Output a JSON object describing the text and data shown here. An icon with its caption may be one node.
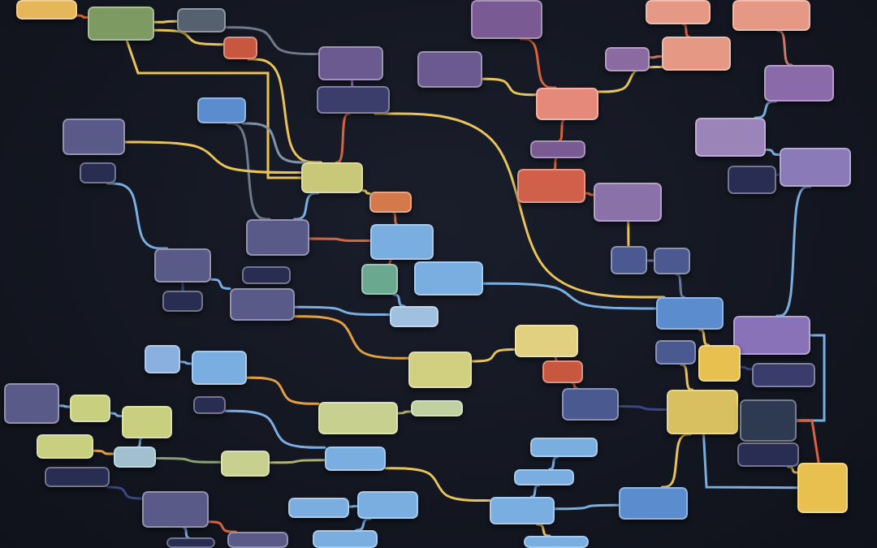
{
  "diagram": {
    "nodes": [
      {
        "text": [],
        "shape": "box"
      },
      {
        "text": [],
        "shape": "box"
      },
      {
        "text": [],
        "shape": "box"
      },
      {
        "text": [],
        "shape": "box"
      },
      {
        "text": [],
        "shape": "box"
      },
      {
        "text": [],
        "shape": "box"
      },
      {
        "text": [],
        "shape": "box"
      },
      {
        "text": [],
        "shape": "box"
      },
      {
        "text": [],
        "shape": "box"
      },
      {
        "text": [],
        "shape": "box"
      },
      {
        "text": [],
        "shape": "box"
      },
      {
        "text": [],
        "shape": "box"
      },
      {
        "text": [],
        "shape": "box"
      },
      {
        "text": [],
        "shape": "box"
      },
      {
        "text": [],
        "shape": "box"
      },
      {
        "text": [],
        "shape": "box"
      },
      {
        "text": [],
        "shape": "box"
      },
      {
        "text": [],
        "shape": "box"
      },
      {
        "text": [],
        "shape": "box"
      },
      {
        "text": [],
        "shape": "box"
      },
      {
        "text": [],
        "shape": "box"
      },
      {
        "text": [],
        "shape": "box"
      },
      {
        "text": [],
        "shape": "box"
      },
      {
        "text": [],
        "shape": "box"
      },
      {
        "text": [],
        "shape": "box"
      },
      {
        "text": [],
        "shape": "box"
      },
      {
        "text": [],
        "shape": "box"
      },
      {
        "text": [],
        "shape": "box"
      },
      {
        "text": [],
        "shape": "box"
      },
      {
        "text": [],
        "shape": "box"
      },
      {
        "text": [],
        "shape": "box"
      },
      {
        "text": [],
        "shape": "box"
      },
      {
        "text": [],
        "shape": "box"
      },
      {
        "text": [],
        "shape": "box"
      },
      {
        "text": [],
        "shape": "box"
      },
      {
        "text": [],
        "shape": "box"
      },
      {
        "text": [],
        "shape": "box"
      },
      {
        "text": [],
        "shape": "box"
      },
      {
        "text": [],
        "shape": "box"
      },
      {
        "text": [],
        "shape": "box"
      },
      {
        "text": [],
        "shape": "box"
      },
      {
        "text": [],
        "shape": "box"
      },
      {
        "text": [],
        "shape": "box"
      },
      {
        "text": [],
        "shape": "box"
      },
      {
        "text": [],
        "shape": "box"
      },
      {
        "text": [],
        "shape": "box"
      },
      {
        "text": [],
        "shape": "box"
      },
      {
        "text": [],
        "shape": "box"
      },
      {
        "text": [],
        "shape": "box"
      },
      {
        "text": [],
        "shape": "box"
      },
      {
        "text": [],
        "shape": "box"
      },
      {
        "text": [],
        "shape": "box"
      },
      {
        "text": [],
        "shape": "box"
      },
      {
        "text": [],
        "shape": "box"
      },
      {
        "text": [],
        "shape": "box"
      },
      {
        "text": [],
        "shape": "box"
      },
      {
        "text": [],
        "shape": "box"
      },
      {
        "text": [],
        "shape": "box"
      },
      {
        "text": [],
        "shape": "box"
      },
      {
        "text": [],
        "shape": "box"
      },
      {
        "text": [],
        "shape": "box"
      },
      {
        "text": [],
        "shape": "box"
      },
      {
        "text": [],
        "shape": "box"
      },
      {
        "text": [],
        "shape": "box"
      },
      {
        "text": [],
        "shape": "box"
      },
      {
        "text": [],
        "shape": "box"
      },
      {
        "text": [],
        "shape": "box"
      },
      {
        "text": [],
        "shape": "box"
      },
      {
        "text": [],
        "shape": "box"
      },
      {
        "text": [],
        "shape": "box"
      },
      {
        "text": [],
        "shape": "box"
      },
      {
        "text": [],
        "shape": "box"
      },
      {
        "text": [],
        "shape": "box"
      }
    ],
    "edges": [
      {
        "from": 1,
        "to": 2,
        "arrow": "none",
        "color": "#e8c35a"
      },
      {
        "from": 0,
        "to": 1,
        "arrow": "none",
        "color": "#d8643f"
      },
      {
        "from": 1,
        "to": 3,
        "arrow": "none",
        "color": "#e8c35a"
      },
      {
        "from": 2,
        "to": 7,
        "arrow": "none",
        "color": "#6f7a8a"
      },
      {
        "from": 3,
        "to": 19,
        "arrow": "none",
        "color": "#e8c35a"
      },
      {
        "from": 1,
        "to": 19,
        "arrow": "none",
        "color": "#e8c35a"
      },
      {
        "from": 13,
        "to": 19,
        "arrow": "none",
        "color": "#7f93a8"
      },
      {
        "from": 13,
        "to": 25,
        "arrow": "none",
        "color": "#6f7a8a"
      },
      {
        "from": 15,
        "to": 19,
        "arrow": "none",
        "color": "#e8c35a"
      },
      {
        "from": 17,
        "to": 27,
        "arrow": "none",
        "color": "#7aaee0"
      },
      {
        "from": 19,
        "to": 25,
        "arrow": "none",
        "color": "#7aaee0"
      },
      {
        "from": 7,
        "to": 9,
        "arrow": "none",
        "color": "#9a78b0"
      },
      {
        "from": 9,
        "to": 19,
        "arrow": "none",
        "color": "#d8643f"
      },
      {
        "from": 9,
        "to": 36,
        "arrow": "none",
        "color": "#e8c35a"
      },
      {
        "from": 4,
        "to": 14,
        "arrow": "none",
        "color": "#d8643f"
      },
      {
        "from": 8,
        "to": 14,
        "arrow": "none",
        "color": "#e8c35a"
      },
      {
        "from": 14,
        "to": 18,
        "arrow": "none",
        "color": "#d8643f"
      },
      {
        "from": 11,
        "to": 14,
        "arrow": "none",
        "color": "#e8c35a"
      },
      {
        "from": 5,
        "to": 11,
        "arrow": "none",
        "color": "#d8643f"
      },
      {
        "from": 6,
        "to": 12,
        "arrow": "none",
        "color": "#c97a6a"
      },
      {
        "from": 12,
        "to": 16,
        "arrow": "none",
        "color": "#7aaee0"
      },
      {
        "from": 16,
        "to": 21,
        "arrow": "none",
        "color": "#7aaee0"
      },
      {
        "from": 21,
        "to": 38,
        "arrow": "none",
        "color": "#7aaee0"
      },
      {
        "from": 18,
        "to": 20,
        "arrow": "none",
        "color": "#d8643f"
      },
      {
        "from": 20,
        "to": 23,
        "arrow": "none",
        "color": "#d8643f"
      },
      {
        "from": 23,
        "to": 31,
        "arrow": "none",
        "color": "#e8c35a"
      },
      {
        "from": 22,
        "to": 26,
        "arrow": "none",
        "color": "#d8643f"
      },
      {
        "from": 19,
        "to": 22,
        "arrow": "none",
        "color": "#e8c35a"
      },
      {
        "from": 25,
        "to": 26,
        "arrow": "none",
        "color": "#d8643f"
      },
      {
        "from": 26,
        "to": 29,
        "arrow": "none",
        "color": "#d8643f"
      },
      {
        "from": 29,
        "to": 35,
        "arrow": "none",
        "color": "#7aaee0"
      },
      {
        "from": 30,
        "to": 36,
        "arrow": "none",
        "color": "#7aaee0"
      },
      {
        "from": 27,
        "to": 34,
        "arrow": "none",
        "color": "#7aaee0"
      },
      {
        "from": 33,
        "to": 27,
        "arrow": "none",
        "color": "#3a4680"
      },
      {
        "from": 34,
        "to": 35,
        "arrow": "none",
        "color": "#7aaee0"
      },
      {
        "from": 34,
        "to": 45,
        "arrow": "none",
        "color": "#e0a040"
      },
      {
        "from": 39,
        "to": 40,
        "arrow": "none",
        "color": "#7aaee0"
      },
      {
        "from": 40,
        "to": 53,
        "arrow": "none",
        "color": "#e0a040"
      },
      {
        "from": 44,
        "to": 59,
        "arrow": "none",
        "color": "#7aaee0"
      },
      {
        "from": 47,
        "to": 48,
        "arrow": "none",
        "color": "#7aaee0"
      },
      {
        "from": 48,
        "to": 49,
        "arrow": "none",
        "color": "#7aaee0"
      },
      {
        "from": 49,
        "to": 56,
        "arrow": "none",
        "color": "#7aaee0"
      },
      {
        "from": 55,
        "to": 56,
        "arrow": "none",
        "color": "#e0a040"
      },
      {
        "from": 56,
        "to": 58,
        "arrow": "none",
        "color": "#8aa070"
      },
      {
        "from": 58,
        "to": 59,
        "arrow": "none",
        "color": "#b0b070"
      },
      {
        "from": 59,
        "to": 67,
        "arrow": "none",
        "color": "#e8c35a"
      },
      {
        "from": 53,
        "to": 54,
        "arrow": "none",
        "color": "#b0b070"
      },
      {
        "from": 37,
        "to": 43,
        "arrow": "none",
        "color": "#d8643f"
      },
      {
        "from": 43,
        "to": 50,
        "arrow": "none",
        "color": "#d8643f"
      },
      {
        "from": 50,
        "to": 51,
        "arrow": "none",
        "color": "#3a4680"
      },
      {
        "from": 36,
        "to": 42,
        "arrow": "none",
        "color": "#e8c35a"
      },
      {
        "from": 42,
        "to": 46,
        "arrow": "none",
        "color": "#3a4680"
      },
      {
        "from": 38,
        "to": 52,
        "arrow": "none",
        "color": "#7aaee0"
      },
      {
        "from": 51,
        "to": 68,
        "arrow": "none",
        "color": "#e8c35a"
      },
      {
        "from": 51,
        "to": 63,
        "arrow": "none",
        "color": "#7aaee0"
      },
      {
        "from": 52,
        "to": 63,
        "arrow": "none",
        "color": "#d8643f"
      },
      {
        "from": 62,
        "to": 63,
        "arrow": "none",
        "color": "#e8c35a"
      },
      {
        "from": 60,
        "to": 61,
        "arrow": "none",
        "color": "#7aaee0"
      },
      {
        "from": 61,
        "to": 67,
        "arrow": "none",
        "color": "#7aaee0"
      },
      {
        "from": 67,
        "to": 68,
        "arrow": "none",
        "color": "#7aaee0"
      },
      {
        "from": 64,
        "to": 69,
        "arrow": "none",
        "color": "#d8643f"
      },
      {
        "from": 65,
        "to": 66,
        "arrow": "none",
        "color": "#7aaee0"
      },
      {
        "from": 66,
        "to": 70,
        "arrow": "none",
        "color": "#7aaee0"
      },
      {
        "from": 67,
        "to": 71,
        "arrow": "none",
        "color": "#e8c35a"
      },
      {
        "from": 57,
        "to": 64,
        "arrow": "none",
        "color": "#3a4680"
      },
      {
        "from": 41,
        "to": 51,
        "arrow": "none",
        "color": "#e8c35a"
      },
      {
        "from": 31,
        "to": 32,
        "arrow": "none",
        "color": "#6a7aa0"
      },
      {
        "from": 32,
        "to": 36,
        "arrow": "none",
        "color": "#6a7aa0"
      },
      {
        "from": 24,
        "to": 21,
        "arrow": "none",
        "color": "#3a4680"
      },
      {
        "from": 10,
        "to": 11,
        "arrow": "none",
        "color": "#c97a6a"
      },
      {
        "from": 45,
        "to": 37,
        "arrow": "none",
        "color": "#e8c35a"
      },
      {
        "from": 64,
        "to": 72,
        "arrow": "none",
        "color": "#7aaee0"
      }
    ]
  }
}
